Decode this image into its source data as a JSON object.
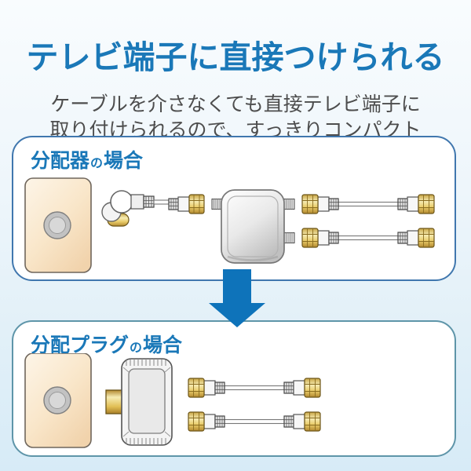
{
  "header": {
    "title": "テレビ端子に直接つけられる",
    "subtitle_line1": "ケーブルを介さなくても直接テレビ端子に",
    "subtitle_line2": "取り付けられるので、すっきりコンパクト"
  },
  "panels": [
    {
      "id": "splitter-case",
      "label_main": "分配器",
      "label_particle": "の",
      "label_tail": "場合",
      "components": [
        "wall-tv-terminal-plate",
        "l-shaped-connector",
        "coax-cable-with-f-connectors",
        "2-way-splitter-box",
        "coax-cable-with-f-connectors",
        "coax-cable-with-f-connectors"
      ]
    },
    {
      "id": "plug-case",
      "label_main": "分配プラグ",
      "label_particle": "の",
      "label_tail": "場合",
      "components": [
        "wall-tv-terminal-plate",
        "2-way-splitter-plug",
        "coax-cable-with-f-connectors",
        "coax-cable-with-f-connectors"
      ]
    }
  ],
  "arrow": {
    "icon": "down-arrow",
    "color": "#0e73ba"
  },
  "colors": {
    "title_blue": "#1a78b8",
    "subtitle_gray": "#4d4d4d",
    "panel1_border": "#4077ae",
    "panel2_border": "#5e95a9",
    "panel_bg": "#ffffff",
    "background_top": "#f9fcfe",
    "background_bottom": "#d7ebf7",
    "arrow_blue": "#0e73ba",
    "brass_gold": "#e9cc6a",
    "wall_plate_beige": "#f7e3c4",
    "splitter_gray": "#d9d9d9"
  }
}
